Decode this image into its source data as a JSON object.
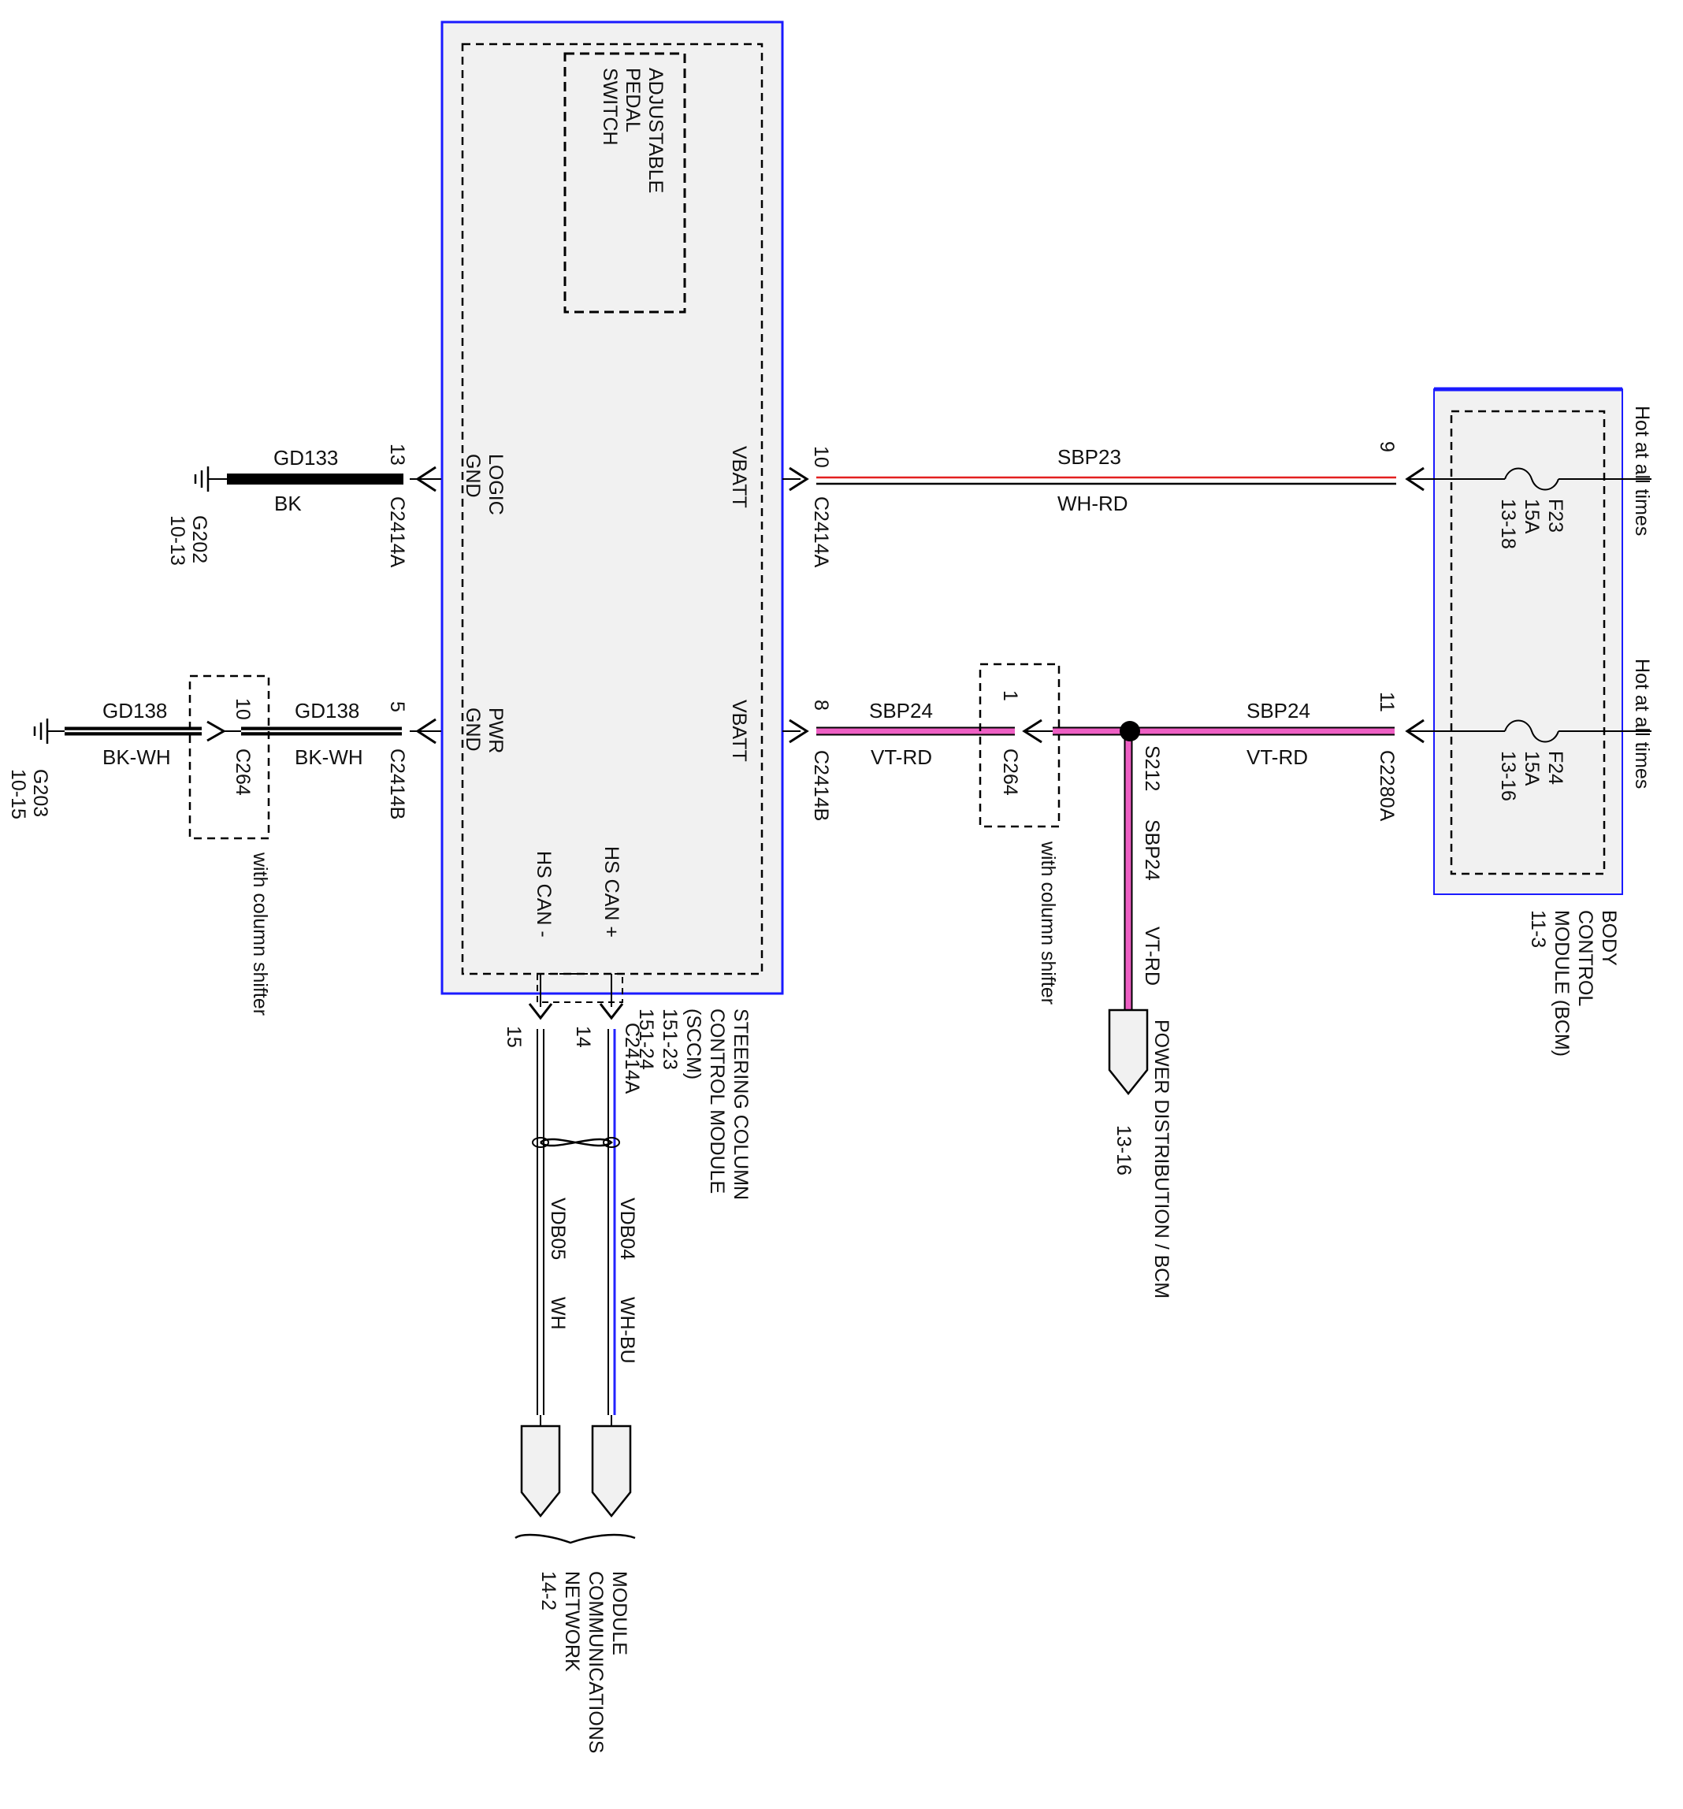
{
  "colors": {
    "module_border": "#1a1aff",
    "module_fill": "#f1f1f1",
    "wire_black": "#000000",
    "wire_red": "#e32020",
    "wire_pink": "#ee5fc4",
    "wire_blue": "#2323ff"
  },
  "sccm": {
    "name": [
      "STEERING COLUMN",
      "CONTROL MODULE",
      "(SCCM)",
      "151-23",
      "151-24"
    ],
    "pedal_switch": [
      "ADJUSTABLE",
      "PEDAL",
      "SWITCH"
    ],
    "pins": {
      "logic_gnd": [
        "LOGIC",
        "GND"
      ],
      "pwr_gnd": [
        "PWR",
        "GND"
      ],
      "vbatt_a": "VBATT",
      "vbatt_b": "VBATT",
      "can_plus": "HS CAN +",
      "can_minus": "HS CAN -"
    }
  },
  "bcm": {
    "name": [
      "BODY",
      "CONTROL",
      "MODULE (BCM)",
      "11-3"
    ],
    "fuse_a": [
      "F23",
      "15A",
      "13-18"
    ],
    "fuse_b": [
      "F24",
      "15A",
      "13-16"
    ],
    "hot_a": "Hot at all times",
    "hot_b": "Hot at all times"
  },
  "circuits": {
    "logic_ground": {
      "circuit": "GD133",
      "color": "BK",
      "pin": "13",
      "connector": "C2414A",
      "ground": "G202",
      "ground_ref": "10-13"
    },
    "power_ground": {
      "circuit": "GD138",
      "color": "BK-WH",
      "pin": "5",
      "connector": "C2414B",
      "circuit_2": "GD138",
      "color_2": "BK-WH",
      "inline_pin": "10",
      "inline_connector": "C264",
      "inline_note": "with column shifter",
      "ground": "G203",
      "ground_ref": "10-15"
    },
    "vbatt_a": {
      "circuit": "SBP23",
      "color": "WH-RD",
      "sccm_pin": "10",
      "sccm_connector": "C2414A",
      "bcm_pin": "9"
    },
    "vbatt_b": {
      "circuit_left": "SBP24",
      "color_left": "VT-RD",
      "sccm_pin": "8",
      "sccm_connector": "C2414B",
      "inline_pin": "1",
      "inline_connector": "C264",
      "inline_note": "with column shifter",
      "splice": "S212",
      "circuit_right": "SBP24",
      "color_right": "VT-RD",
      "bcm_pin": "11",
      "bcm_connector": "C2280A",
      "branch_circuit": "SBP24",
      "branch_color": "VT-RD",
      "branch_dest": "POWER DISTRIBUTION / BCM",
      "branch_ref": "13-16"
    },
    "can_bus": {
      "connector": "C2414A",
      "plus_pin": "14",
      "plus_circuit": "VDB04",
      "plus_color": "WH-BU",
      "minus_pin": "15",
      "minus_circuit": "VDB05",
      "minus_color": "WH"
    }
  },
  "network": {
    "name": [
      "MODULE",
      "COMMUNICATIONS",
      "NETWORK",
      "14-2"
    ]
  }
}
